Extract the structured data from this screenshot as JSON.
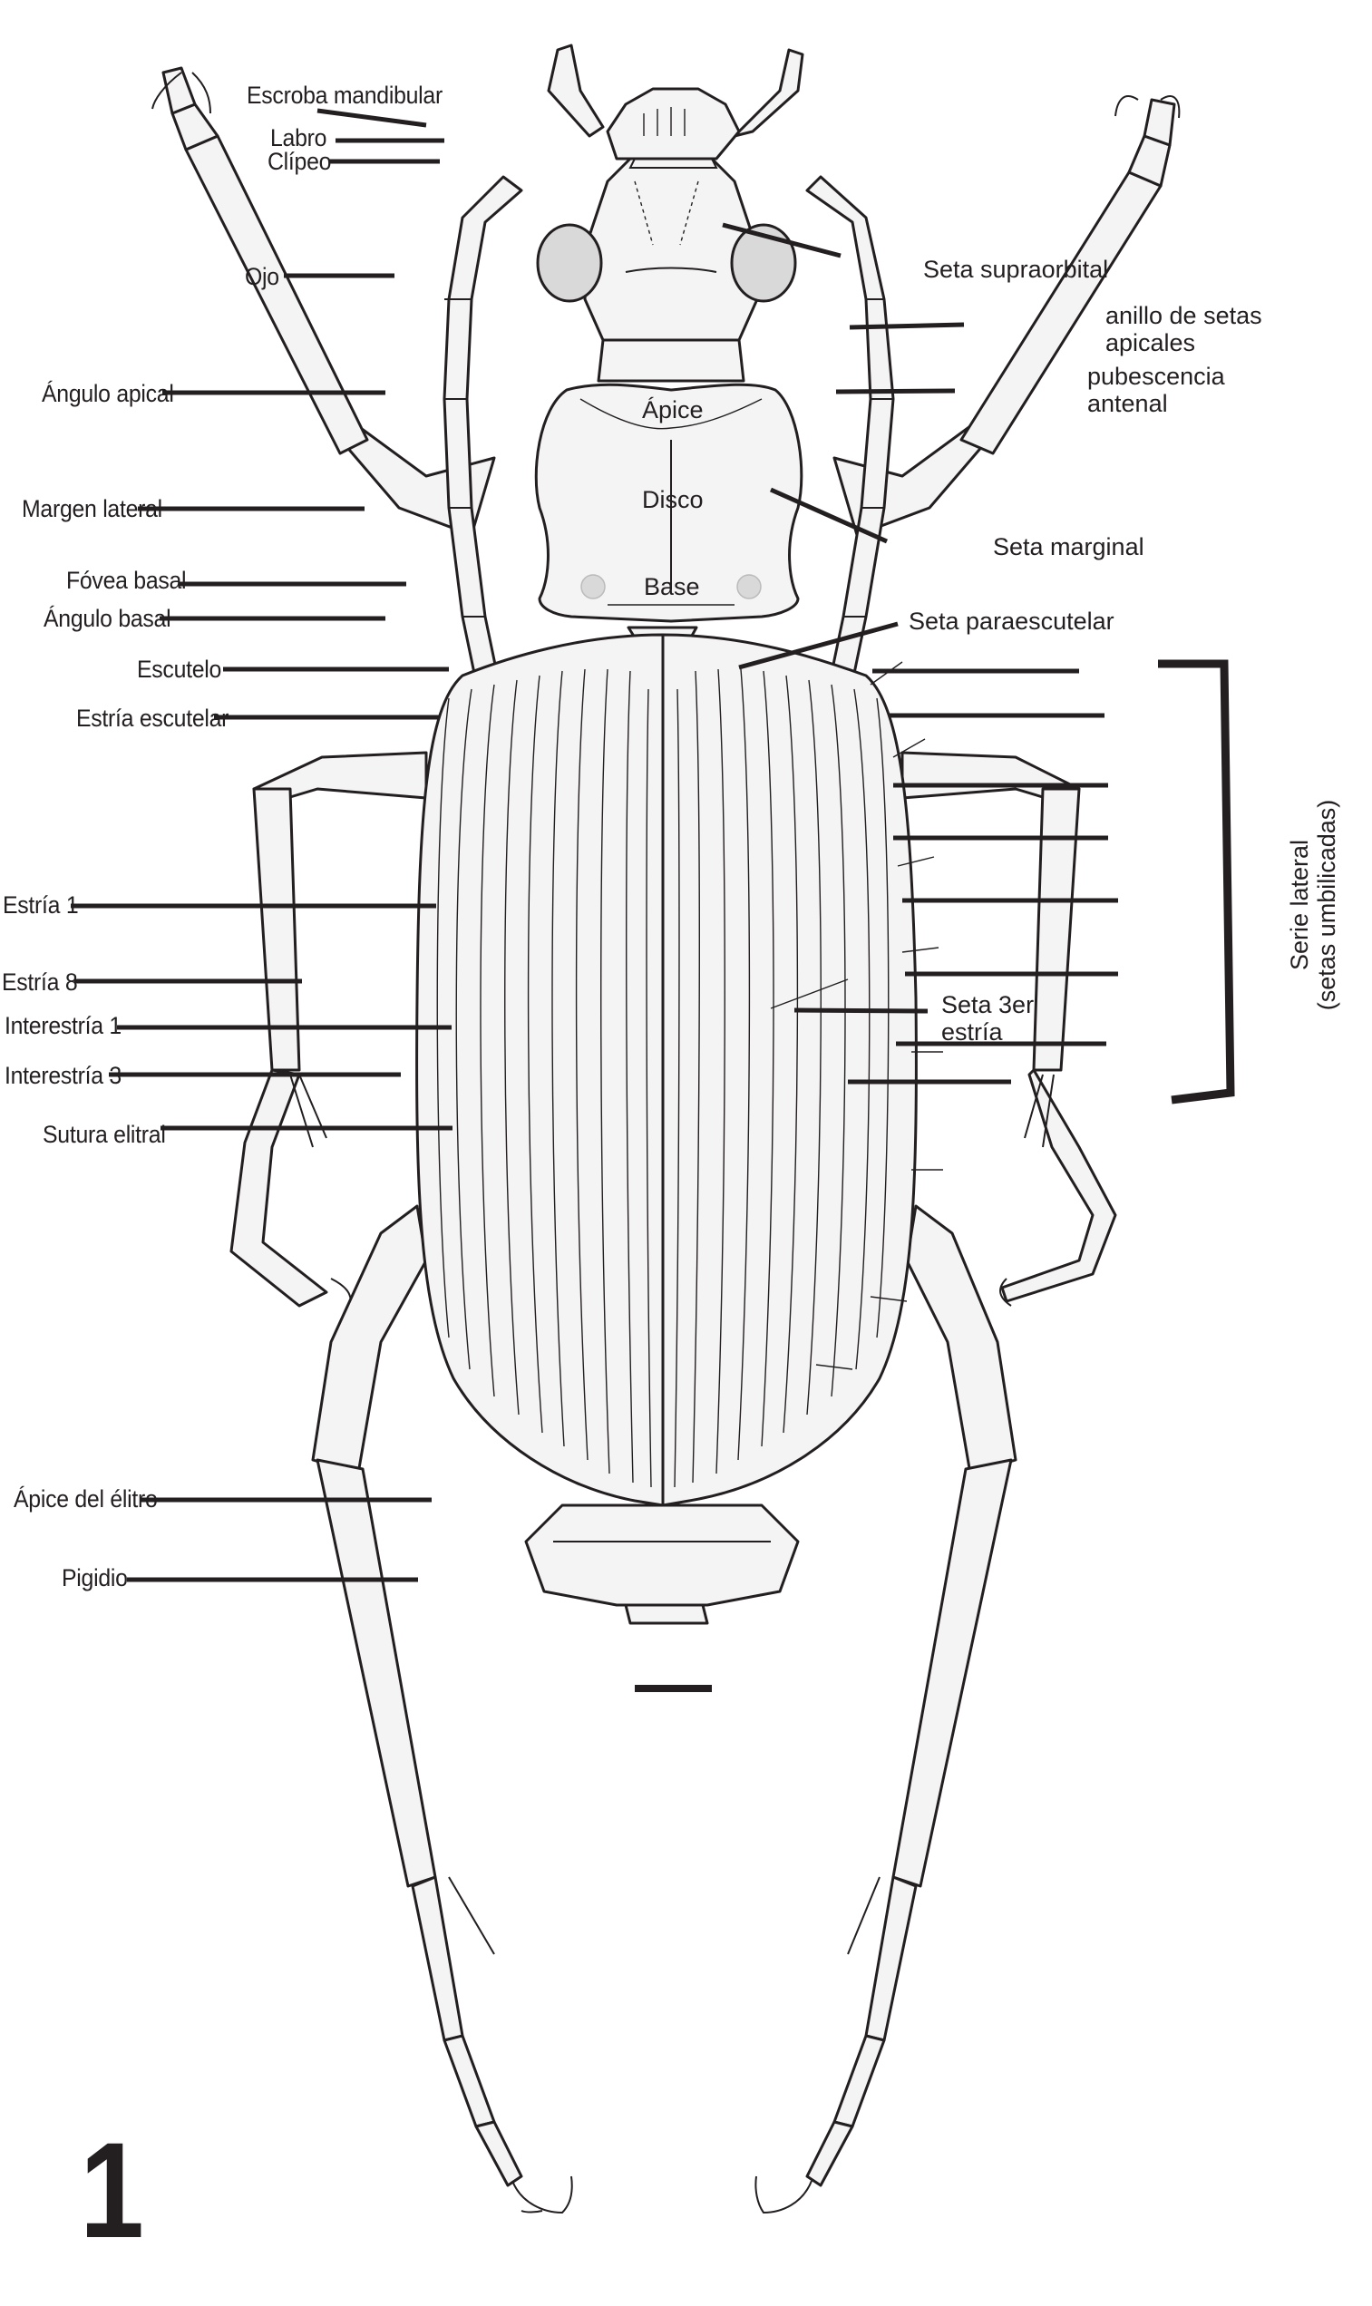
{
  "figure": {
    "number": "1",
    "subject": "Carabid beetle, dorsal habitus with morphological labels",
    "colors": {
      "ink": "#231f20",
      "body_fill": "#f4f4f4",
      "eye_fill": "#d9d9d9",
      "background": "#ffffff"
    }
  },
  "labels_left": [
    {
      "id": "escroba",
      "text": "Escroba mandibular"
    },
    {
      "id": "labro",
      "text": "Labro"
    },
    {
      "id": "clipeo",
      "text": "Clípeo"
    },
    {
      "id": "ojo",
      "text": "Ojo"
    },
    {
      "id": "angulo-apical",
      "text": "Ángulo apical"
    },
    {
      "id": "margen-lateral",
      "text": "Margen lateral"
    },
    {
      "id": "fovea-basal",
      "text": "Fóvea basal"
    },
    {
      "id": "angulo-basal",
      "text": "Ángulo basal"
    },
    {
      "id": "escutelo",
      "text": "Escutelo"
    },
    {
      "id": "estria-escutelar",
      "text": "Estría escutelar"
    },
    {
      "id": "estria-1",
      "text": "Estría 1"
    },
    {
      "id": "estria-8",
      "text": "Estría 8"
    },
    {
      "id": "interestria-1",
      "text": "Interestría 1"
    },
    {
      "id": "interestria-3",
      "text": "Interestría 3"
    },
    {
      "id": "sutura-elitral",
      "text": "Sutura elitral"
    },
    {
      "id": "apice-elitro",
      "text": "Ápice del élitro"
    },
    {
      "id": "pigidio",
      "text": "Pigidio"
    }
  ],
  "labels_right": [
    {
      "id": "seta-supraorbital",
      "text": "Seta supraorbital"
    },
    {
      "id": "anillo-setas",
      "line1": "anillo de setas",
      "line2": "apicales"
    },
    {
      "id": "pubescencia",
      "line1": "pubescencia",
      "line2": "antenal"
    },
    {
      "id": "seta-marginal",
      "text": "Seta marginal"
    },
    {
      "id": "seta-paraescutelar",
      "text": "Seta paraescutelar"
    },
    {
      "id": "seta-3er",
      "line1": "Seta 3er",
      "line2": "estría"
    }
  ],
  "labels_center": {
    "apice": "Ápice",
    "disco": "Disco",
    "base": "Base"
  },
  "bracket": {
    "line1": "Serie lateral",
    "line2": "(setas umbilicadas)",
    "pointer_count": 8
  },
  "scale_bar": {
    "label": ""
  }
}
